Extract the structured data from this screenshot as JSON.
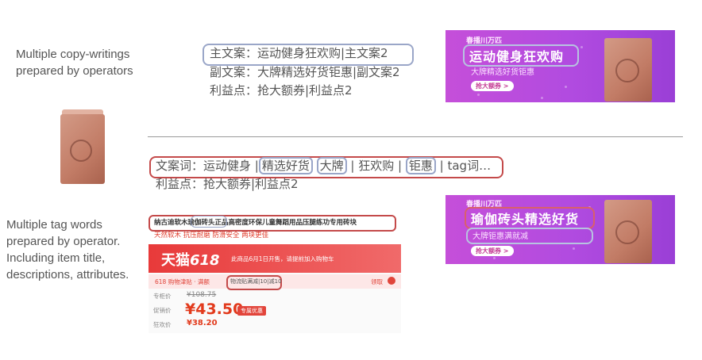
{
  "left_notes": {
    "copy_note": [
      "Multiple copy-writings",
      "prepared by operators"
    ],
    "tag_note": [
      "Multiple tag words",
      "prepared by operator.",
      "Including item title,",
      "descriptions, attributes."
    ]
  },
  "top_copy": {
    "main_line": "主文案：运动健身狂欢购|主文案2",
    "sub_line": "副文案：大牌精选好货钜惠|副文案2",
    "benefit_line": "利益点：抢大额券|利益点2"
  },
  "tag_copy": {
    "prefix": "文案词：运动健身 |",
    "tag1": "精选好货",
    "tag2": "大牌",
    "mid": "| 狂欢购 |",
    "tag3": "钜惠",
    "suffix": "| tag词…",
    "benefit_line": "利益点：抢大额券|利益点2"
  },
  "banner_top": {
    "brand": "春播川万匹",
    "main": "运动健身狂欢购",
    "sub": "大牌精选好货钜惠",
    "button": "抢大额券 >"
  },
  "banner_bottom": {
    "brand": "春播川万匹",
    "main": "瑜伽砖头精选好货",
    "sub": "大牌钜惠满就减",
    "button": "抢大额券 >"
  },
  "product_page": {
    "title": "纳古迪软木瑜伽砖头正品高密度环保儿童舞蹈用品压腿练功专用砖块",
    "subtitle": "天然软木 抗压耐磨 防滑安全 两块更佳",
    "tmall_logo": "天猫",
    "tmall_618": "618",
    "promo_text": "此商品6月1日开售，请提前加入购物车",
    "strip_left": "618 购物津贴 · 满额",
    "strip_tags": "物流贴满减|10|减10",
    "strip_right": "领取",
    "price_label_1": "专柜价",
    "price_1": "¥108.75",
    "price_label_2": "促销价",
    "price_2": "¥43.50",
    "promo_badge": "专属优惠",
    "price_label_3": "狂欢价",
    "price_3": "¥38.20"
  }
}
